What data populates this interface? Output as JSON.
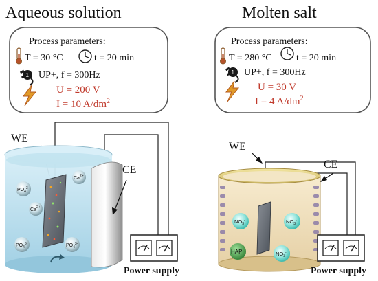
{
  "left": {
    "title": "Aqueous solution",
    "params": {
      "heading": "Process parameters",
      "temperature": "T = 30 °C",
      "time": "t = 20 min",
      "mode": "UP+, f = 300Hz",
      "voltage": "U = 200 V",
      "current_main": "I = 10 A/dm",
      "current_sup": "2"
    },
    "labels": {
      "we": "WE",
      "ce": "CE",
      "power": "Power supply"
    },
    "ions": [
      {
        "main": "PO",
        "sub": "4",
        "sup": "3-"
      },
      {
        "main": "Ca",
        "sub": "",
        "sup": "2+"
      },
      {
        "main": "Ca",
        "sub": "",
        "sup": "2+"
      },
      {
        "main": "PO",
        "sub": "4",
        "sup": "3-"
      },
      {
        "main": "PO",
        "sub": "4",
        "sup": "3-"
      }
    ]
  },
  "right": {
    "title": "Molten salt",
    "params": {
      "heading": "Process parameters",
      "temperature": "T = 280 °C",
      "time": "t = 20 min",
      "mode": "UP+, f = 300Hz",
      "voltage": "U = 30 V",
      "current_main": "I = 4 A/dm",
      "current_sup": "2"
    },
    "labels": {
      "we": "WE",
      "ce": "CE",
      "power": "Power supply"
    },
    "ions": [
      {
        "main": "NO",
        "sub": "3",
        "sup": "-"
      },
      {
        "main": "NO",
        "sub": "3",
        "sup": "-"
      },
      {
        "main": "HAP",
        "sub": "",
        "sup": ""
      },
      {
        "main": "NO",
        "sub": "3",
        "sup": "-"
      }
    ]
  },
  "colors": {
    "value_red": "#c0392b",
    "aqueous_liquid": "#a9d8ea",
    "molten_liquid": "#f0ddb7",
    "counter_electrode": "#b8b8b8",
    "ion_teal": "#7ed9d0",
    "hap_green": "#3d9b40"
  }
}
